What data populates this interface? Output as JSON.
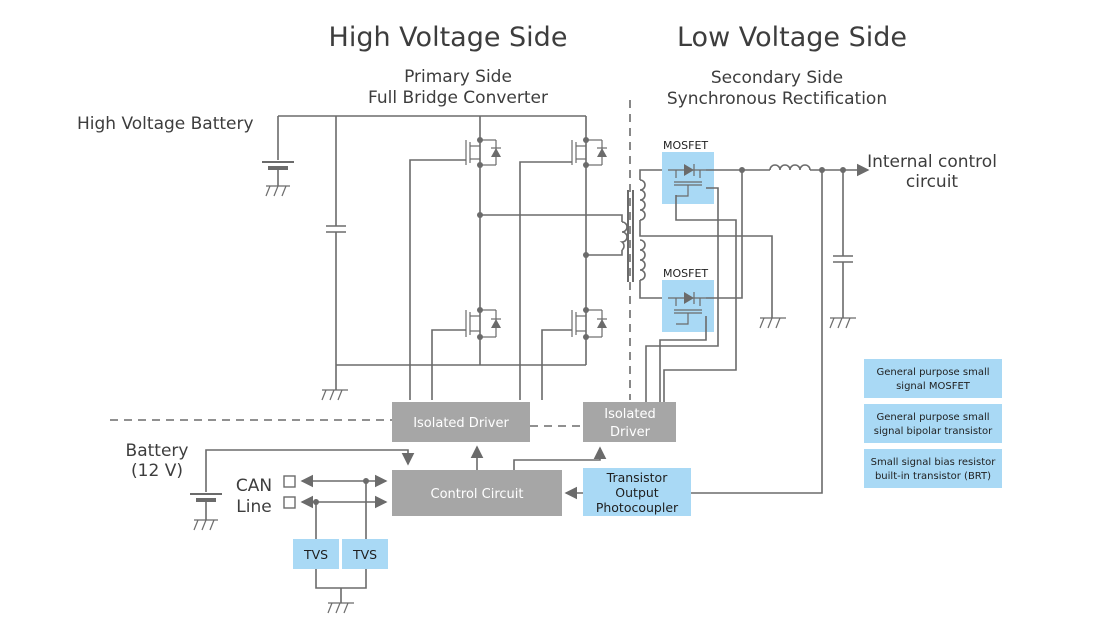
{
  "headers": {
    "high_voltage_side": "High Voltage Side",
    "low_voltage_side": "Low Voltage Side"
  },
  "subtitles": {
    "primary_line1": "Primary Side",
    "primary_line2": "Full Bridge Converter",
    "secondary_line1": "Secondary Side",
    "secondary_line2": "Synchronous Rectification"
  },
  "labels": {
    "hv_battery": "High Voltage Battery",
    "battery_line1": "Battery",
    "battery_line2": "(12 V)",
    "can_line1": "CAN",
    "can_line2": "Line",
    "internal_line1": "Internal control",
    "internal_line2": "circuit"
  },
  "blocks": {
    "isolated_driver_main": "Isolated Driver",
    "isolated_driver_sec_line1": "Isolated",
    "isolated_driver_sec_line2": "Driver",
    "control_circuit": "Control Circuit",
    "photocoupler_line1": "Transistor",
    "photocoupler_line2": "Output",
    "photocoupler_line3": "Photocoupler",
    "tvs_1": "TVS",
    "tvs_2": "TVS",
    "mosfet_top": "MOSFET",
    "mosfet_bottom": "MOSFET"
  },
  "legend": [
    {
      "line1": "General purpose small",
      "line2": "signal MOSFET"
    },
    {
      "line1": "General purpose small",
      "line2": "signal bipolar transistor"
    },
    {
      "line1": "Small signal bias resistor",
      "line2": "built-in transistor (BRT)"
    }
  ],
  "colors": {
    "wire": "#6b6b6b",
    "block_gray": "#a6a6a6",
    "highlight_blue": "#a9d9f5"
  }
}
